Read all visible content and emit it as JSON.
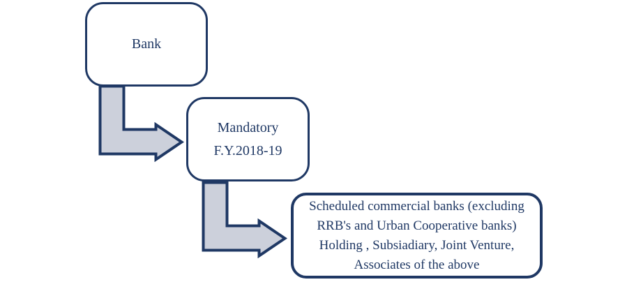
{
  "diagram": {
    "type": "flowchart",
    "background_color": "#ffffff",
    "colors": {
      "node_border": "#1f3864",
      "node_fill": "#ffffff",
      "text": "#1f3864",
      "arrow_fill": "#ccd0db",
      "arrow_border": "#1f3864"
    },
    "nodes": [
      {
        "id": "bank",
        "shape": "rounded-rectangle",
        "lines": [
          "Bank"
        ]
      },
      {
        "id": "mandatory",
        "shape": "rounded-rectangle",
        "lines": [
          "Mandatory",
          "F.Y.2018-19"
        ]
      },
      {
        "id": "scope",
        "shape": "rounded-rectangle",
        "lines": [
          "Scheduled commercial banks (excluding",
          "RRB's and Urban Cooperative banks)",
          "Holding , Subsiadiary, Joint Venture,",
          "Associates of the above"
        ]
      }
    ],
    "arrows": [
      {
        "id": "arrow-1",
        "icon": "bent-arrow-down-right-icon",
        "from": "bank",
        "to": "mandatory"
      },
      {
        "id": "arrow-2",
        "icon": "bent-arrow-down-right-icon",
        "from": "mandatory",
        "to": "scope"
      }
    ]
  }
}
